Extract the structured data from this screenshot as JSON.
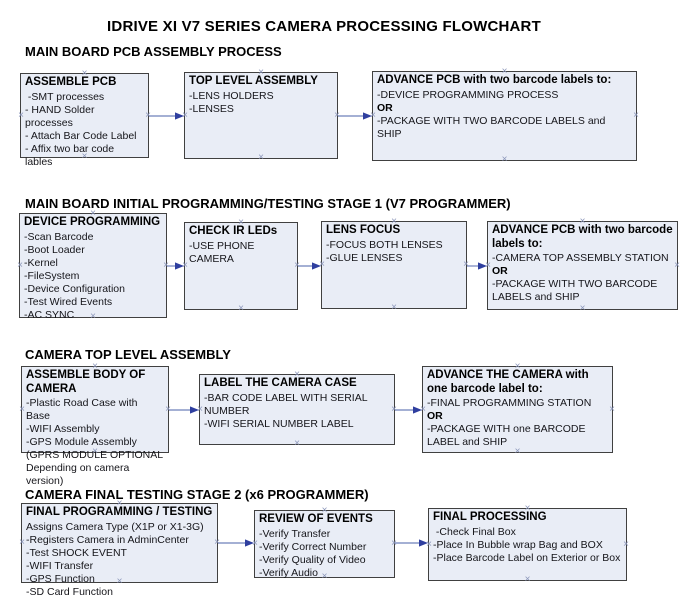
{
  "title": "IDRIVE XI V7 SERIES CAMERA PROCESSING FLOWCHART",
  "glyphs": {
    "connection_point": "×"
  },
  "colors": {
    "box_fill": "#e9edf6",
    "box_border": "#404040",
    "arrow_line": "#8695c5",
    "arrow_head": "#2f3f9f",
    "connection_mark": "#8b96ba"
  },
  "sections": [
    {
      "heading": "MAIN BOARD PCB ASSEMBLY PROCESS",
      "boxes": [
        {
          "title": "ASSEMBLE PCB",
          "items": [
            " -SMT processes",
            "- HAND Solder processes",
            "- Attach Bar Code Label",
            "- Affix two bar code lables"
          ]
        },
        {
          "title": "TOP LEVEL ASSEMBLY",
          "items": [
            "-LENS HOLDERS",
            "-LENSES"
          ]
        },
        {
          "title": "ADVANCE PCB with two barcode labels to:",
          "items": [
            "-DEVICE PROGRAMMING PROCESS",
            "OR",
            "-PACKAGE WITH TWO BARCODE LABELS and SHIP"
          ]
        }
      ]
    },
    {
      "heading": "MAIN BOARD INITIAL PROGRAMMING/TESTING STAGE 1 (V7 PROGRAMMER)",
      "boxes": [
        {
          "title": "DEVICE PROGRAMMING",
          "items": [
            "-Scan Barcode",
            "-Boot Loader",
            "-Kernel",
            "-FileSystem",
            "-Device Configuration",
            "-Test Wired Events",
            "-AC SYNC"
          ]
        },
        {
          "title": "CHECK IR LEDs",
          "items": [
            "-USE PHONE CAMERA"
          ]
        },
        {
          "title": "LENS FOCUS",
          "items": [
            "-FOCUS BOTH LENSES",
            "-GLUE LENSES"
          ]
        },
        {
          "title": "ADVANCE PCB with two barcode labels to:",
          "items": [
            "-CAMERA TOP ASSEMBLY STATION",
            "OR",
            "-PACKAGE WITH TWO BARCODE LABELS and SHIP"
          ]
        }
      ]
    },
    {
      "heading": "CAMERA TOP LEVEL ASSEMBLY",
      "boxes": [
        {
          "title": "ASSEMBLE BODY OF CAMERA",
          "items": [
            "-Plastic Road Case with Base",
            "-WIFI Assembly",
            "-GPS Module Assembly",
            "(GPRS MODULE OPTIONAL Depending on camera version)"
          ]
        },
        {
          "title": "LABEL THE CAMERA CASE",
          "items": [
            "-BAR CODE LABEL WITH SERIAL NUMBER",
            "-WIFI SERIAL NUMBER LABEL"
          ]
        },
        {
          "title": "ADVANCE THE CAMERA with one barcode label to:",
          "items": [
            "-FINAL PROGRAMMING STATION",
            "OR",
            "-PACKAGE WITH one BARCODE LABEL and SHIP"
          ]
        }
      ]
    },
    {
      "heading": "CAMERA FINAL TESTING STAGE 2 (x6 PROGRAMMER)",
      "boxes": [
        {
          "title": "FINAL PROGRAMMING / TESTING",
          "items": [
            "Assigns Camera Type (X1P or X1-3G)",
            "-Registers Camera in AdminCenter",
            "-Test SHOCK EVENT",
            "-WIFI Transfer",
            "-GPS Function",
            "-SD Card Function"
          ]
        },
        {
          "title": "REVIEW OF EVENTS",
          "items": [
            "-Verify Transfer",
            "-Verify Correct Number",
            "-Verify Quality of Video",
            "-Verify Audio"
          ]
        },
        {
          "title": "FINAL PROCESSING",
          "items": [
            " -Check Final Box",
            "-Place In Bubble wrap Bag and BOX",
            "-Place Barcode Label on Exterior or Box"
          ]
        }
      ]
    }
  ]
}
